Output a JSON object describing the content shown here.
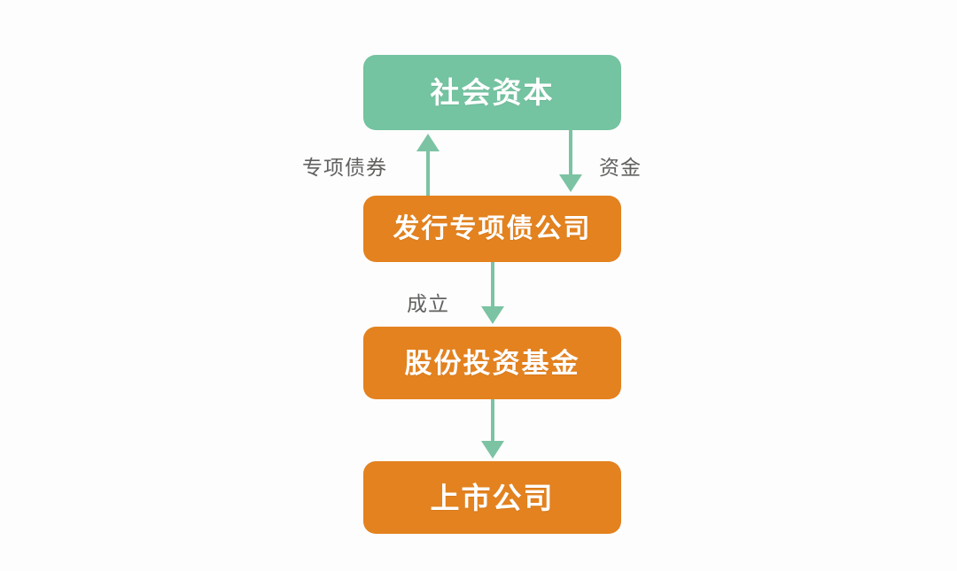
{
  "diagram": {
    "type": "flowchart",
    "orientation": "vertical",
    "background_color": "#fdfdfd",
    "colors": {
      "green_node": "#74c3a1",
      "orange_node": "#e3821f",
      "arrow": "#7cc3a4",
      "node_text": "#ffffff",
      "edge_label_text": "#63615f"
    },
    "nodes": [
      {
        "id": "social-capital",
        "label": "社会资本",
        "color": "#74c3a1"
      },
      {
        "id": "bond-issuer",
        "label": "发行专项债公司",
        "color": "#e3821f"
      },
      {
        "id": "equity-fund",
        "label": "股份投资基金",
        "color": "#e3821f"
      },
      {
        "id": "listed-company",
        "label": "上市公司",
        "color": "#e3821f"
      }
    ],
    "edges": [
      {
        "id": "bond",
        "label": "专项债券",
        "from": "bond-issuer",
        "to": "social-capital",
        "direction": "up"
      },
      {
        "id": "funds",
        "label": "资金",
        "from": "social-capital",
        "to": "bond-issuer",
        "direction": "down"
      },
      {
        "id": "establish",
        "label": "成立",
        "from": "bond-issuer",
        "to": "equity-fund",
        "direction": "down"
      },
      {
        "id": "invest",
        "label": "",
        "from": "equity-fund",
        "to": "listed-company",
        "direction": "down"
      }
    ]
  }
}
